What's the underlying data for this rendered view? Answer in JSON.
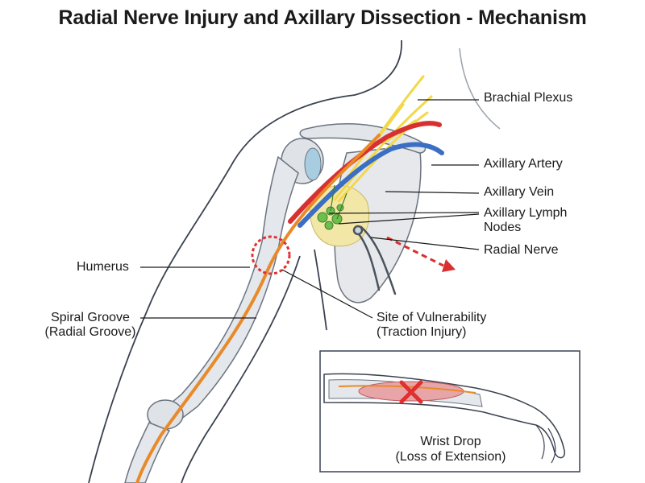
{
  "title": "Radial Nerve Injury and Axillary Dissection - Mechanism",
  "labels": {
    "brachial_plexus": "Brachial Plexus",
    "axillary_artery": "Axillary Artery",
    "axillary_vein": "Axillary Vein",
    "axillary_lymph_nodes_1": "Axillary Lymph",
    "axillary_lymph_nodes_2": "Nodes",
    "radial_nerve": "Radial Nerve",
    "humerus": "Humerus",
    "spiral_groove_1": "Spiral Groove",
    "spiral_groove_2": "(Radial Groove)",
    "vulnerability_1": "Site of Vulnerability",
    "vulnerability_2": "(Traction Injury)"
  },
  "inset": {
    "caption_1": "Wrist Drop",
    "caption_2": "(Loss of Extension)"
  },
  "colors": {
    "nerve_yellow": "#f2d84a",
    "radial_nerve_orange": "#e88a2a",
    "artery_red": "#d83030",
    "vein_blue": "#3a6fc4",
    "lymph_green": "#6cbf4a",
    "bone": "#dfe2e6",
    "injury_red": "#e03030"
  }
}
